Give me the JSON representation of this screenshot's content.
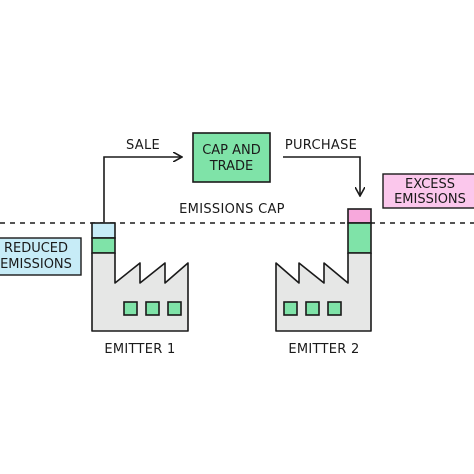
{
  "labels": {
    "sale": "SALE",
    "purchase": "PURCHASE",
    "cap_and_trade_line1": "CAP AND",
    "cap_and_trade_line2": "TRADE",
    "emissions_cap": "EMISSIONS CAP",
    "excess_line1": "EXCESS",
    "excess_line2": "EMISSIONS",
    "reduced_line1": "REDUCED",
    "reduced_line2": "EMISSIONS",
    "emitter_1": "EMITTER 1",
    "emitter_2": "EMITTER 2"
  },
  "colors": {
    "factory_fill": "#e6e7e6",
    "stroke": "#1a1a1a",
    "green": "#7fe3a8",
    "light_blue": "#c7ecf7",
    "pink": "#f7a8dc",
    "excess_box": "#fbc7ec",
    "reduced_box": "#c7ecf7",
    "window_fill": "#7fe3a8"
  }
}
